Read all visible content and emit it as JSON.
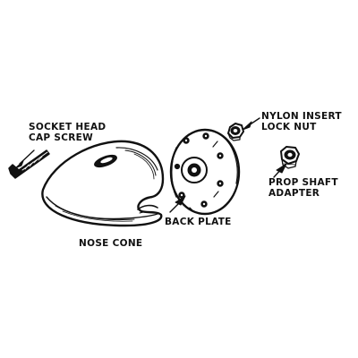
{
  "labels": {
    "socket_head_cap_screw": {
      "line1": "SOCKET HEAD",
      "line2": "CAP SCREW"
    },
    "nose_cone": "NOSE CONE",
    "back_plate": "BACK PLATE",
    "nylon_insert_lock_nut": {
      "line1": "NYLON INSERT",
      "line2": "LOCK NUT"
    },
    "prop_shaft_adapter": {
      "line1": "PROP SHAFT",
      "line2": "ADAPTER"
    }
  },
  "colors": {
    "ink": "#111111",
    "paper": "#ffffff"
  }
}
